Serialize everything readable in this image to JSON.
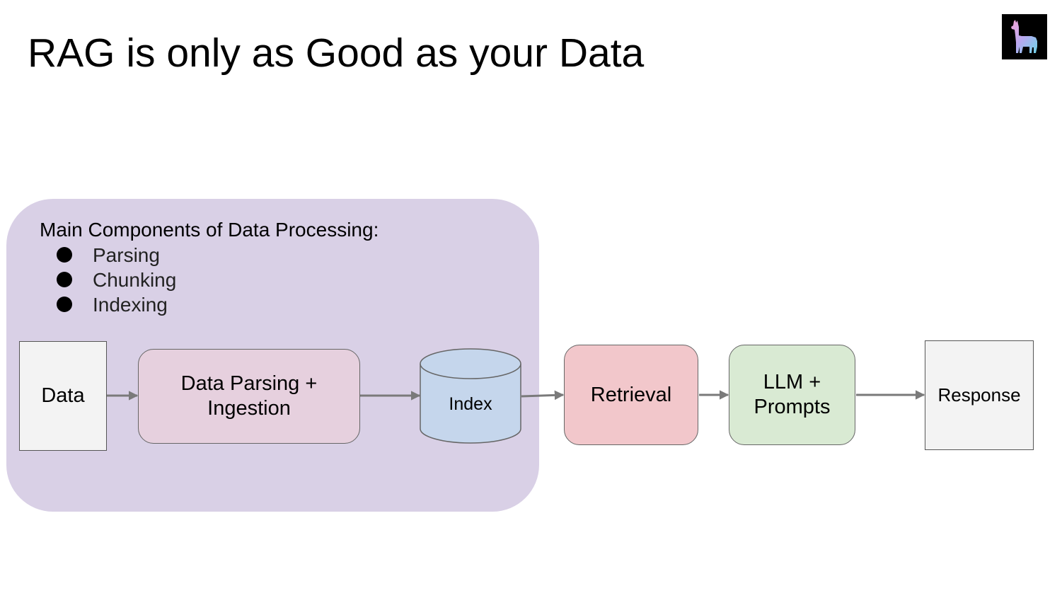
{
  "slide": {
    "title": "RAG is only as Good as your Data"
  },
  "logo": {
    "icon": "llama-icon",
    "background": "#000000"
  },
  "data_processing": {
    "heading": "Main Components of Data Processing:",
    "items": [
      "Parsing",
      "Chunking",
      "Indexing"
    ]
  },
  "pipeline": {
    "data": "Data",
    "parsing_line1": "Data Parsing +",
    "parsing_line2": "Ingestion",
    "index": "Index",
    "retrieval": "Retrieval",
    "llm_line1": "LLM +",
    "llm_line2": "Prompts",
    "response": "Response"
  },
  "colors": {
    "group_background": "#d9d0e6",
    "parsing_fill": "#e6d0de",
    "index_fill": "#c5d6ec",
    "retrieval_fill": "#f2c7cb",
    "llm_fill": "#d9ead3",
    "data_fill": "#f3f3f3",
    "arrow": "#7a7a7a"
  }
}
